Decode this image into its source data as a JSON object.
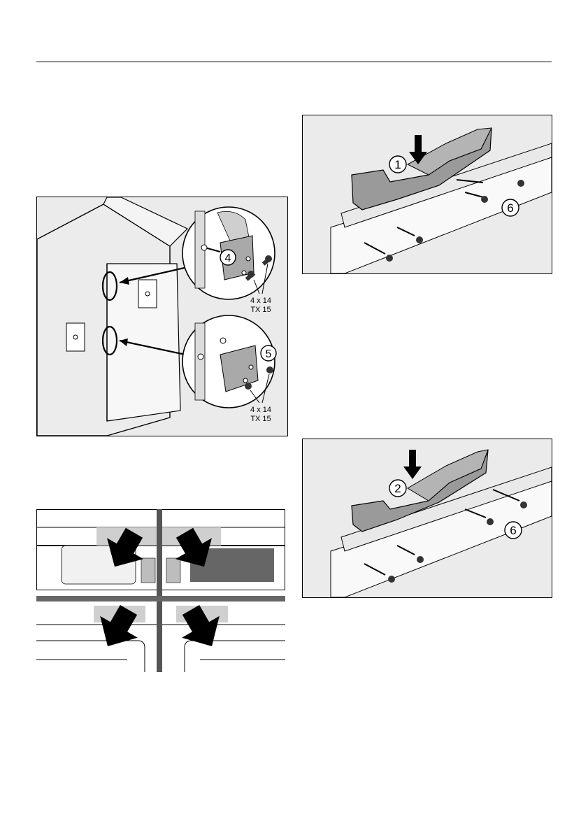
{
  "figures": {
    "cabinet": {
      "callout_top": "4",
      "callout_bottom": "5",
      "screw_top_size": "4 x 14",
      "screw_top_drive": "TX 15",
      "screw_bottom_size": "4 x 14",
      "screw_bottom_drive": "TX 15"
    },
    "bracket_1": {
      "callout_main": "1",
      "callout_screws": "6"
    },
    "bracket_2": {
      "callout_main": "2",
      "callout_screws": "6"
    }
  }
}
